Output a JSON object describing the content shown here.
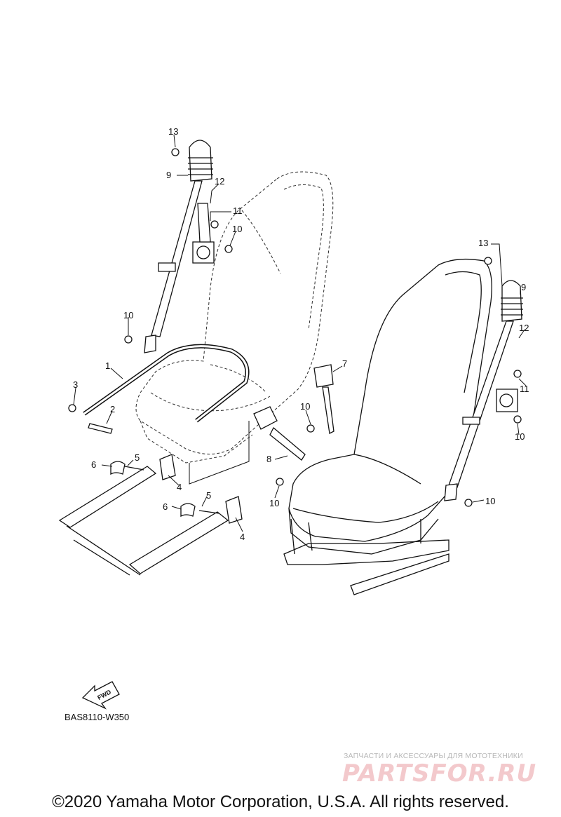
{
  "diagram_code": "BAS8110-W350",
  "fwd_label": "FWD",
  "watermark": {
    "subtitle": "ЗАПЧАСТИ И АКСЕССУАРЫ ДЛЯ МОТОТЕХНИКИ",
    "logo": "PARTSFOR.RU"
  },
  "copyright": "©2020 Yamaha Motor Corporation, U.S.A. All rights reserved.",
  "callouts": [
    "1",
    "2",
    "3",
    "4",
    "4",
    "5",
    "5",
    "6",
    "6",
    "7",
    "8",
    "9",
    "9",
    "10",
    "10",
    "10",
    "10",
    "10",
    "11",
    "11",
    "12",
    "12",
    "13",
    "13"
  ]
}
